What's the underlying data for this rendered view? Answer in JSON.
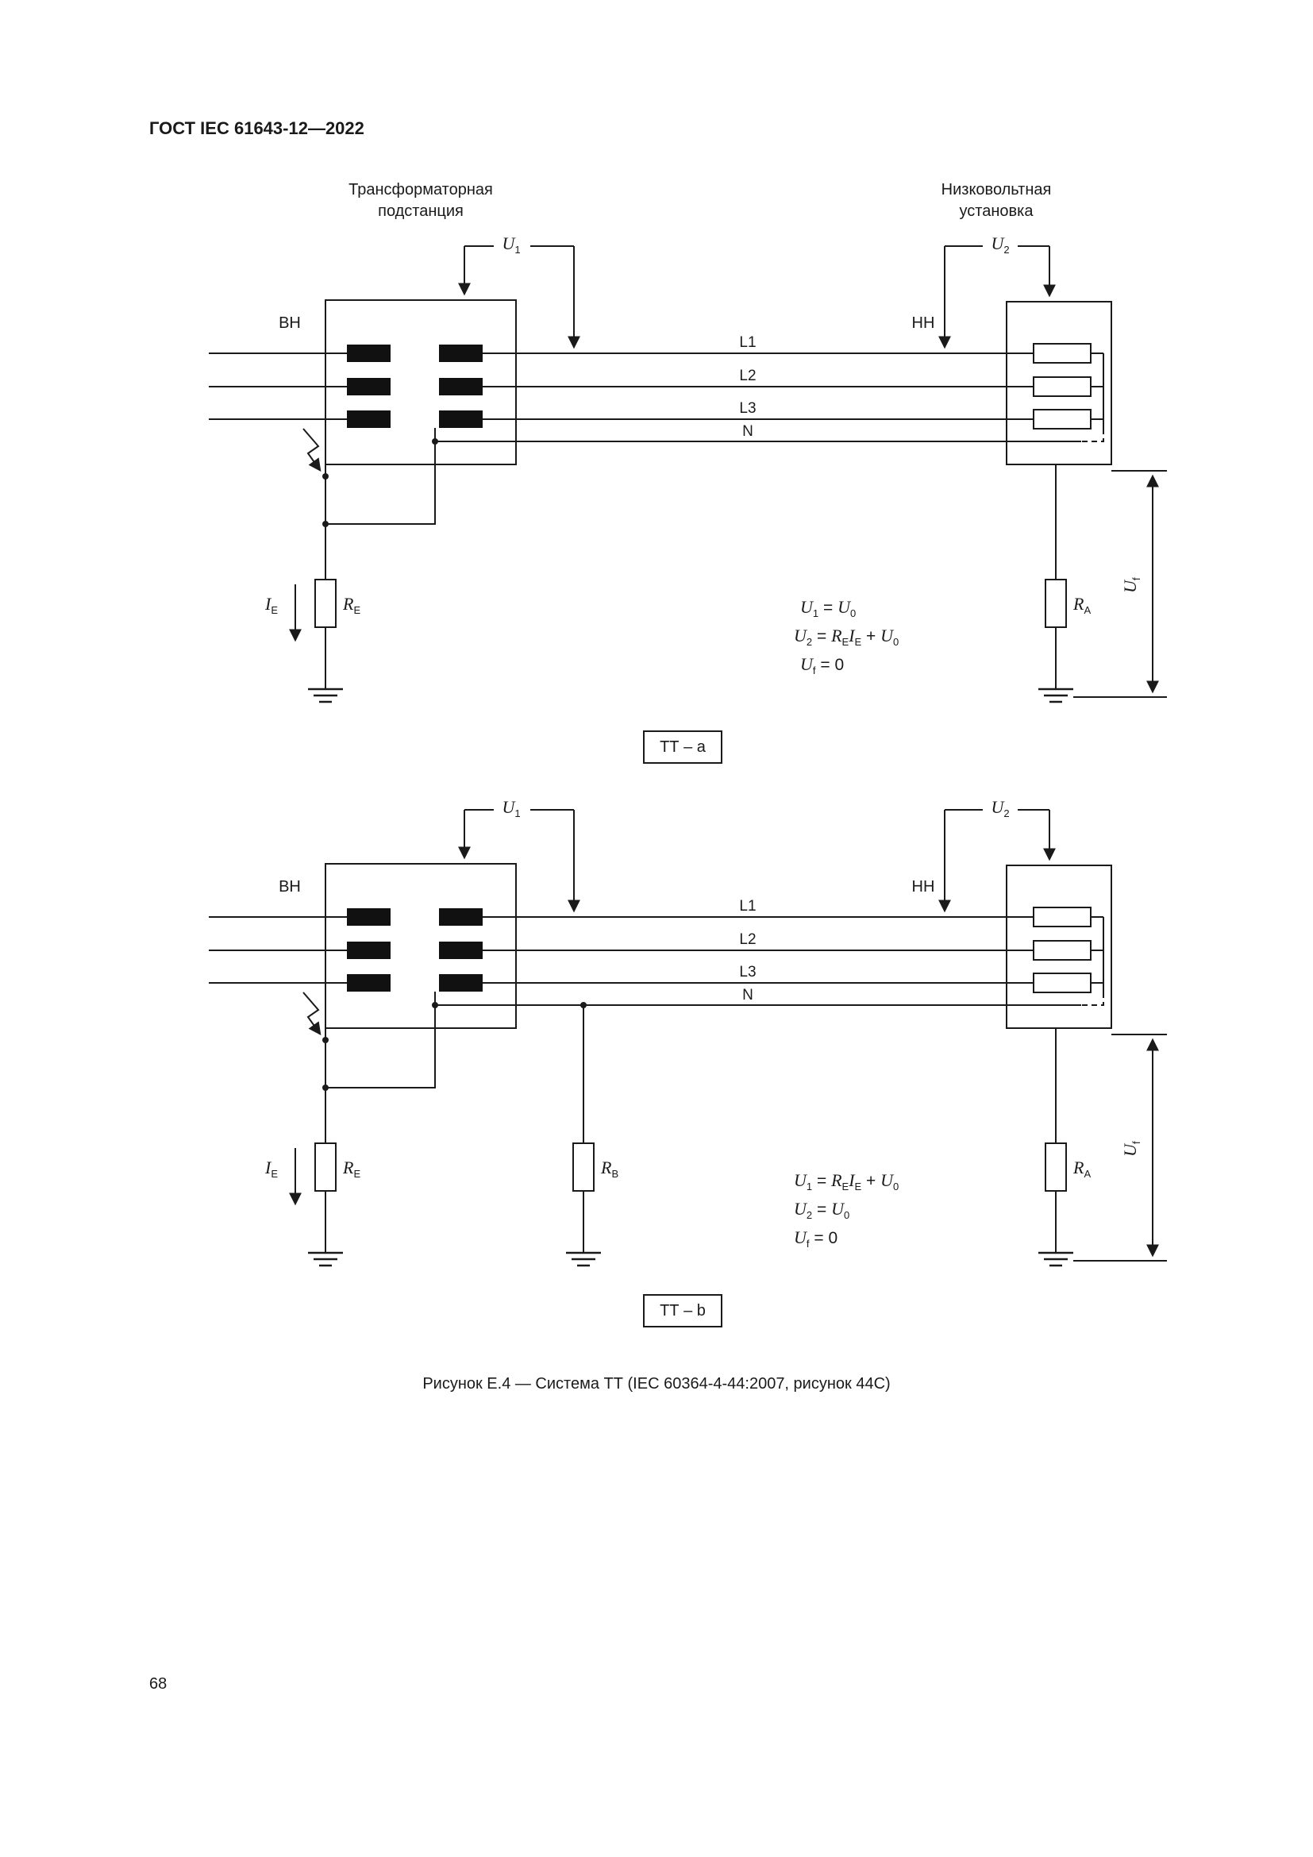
{
  "page": {
    "header": "ГОСТ IEC 61643-12—2022",
    "page_number": "68",
    "caption": "Рисунок Е.4 — Система ТТ (IEC 60364-4-44:2007, рисунок 44С)"
  },
  "labels": {
    "substation": "Трансформаторная\nподстанция",
    "installation": "Низковольтная\nустановка",
    "hv": "ВН",
    "lv": "НН",
    "l1": "L1",
    "l2": "L2",
    "l3": "L3",
    "n": "N",
    "tt_a": "ТТ – a",
    "tt_b": "ТТ – b"
  },
  "symbols": {
    "u1": [
      {
        "v": "U",
        "s": "1"
      }
    ],
    "u2": [
      {
        "v": "U",
        "s": "2"
      }
    ],
    "ie": [
      {
        "v": "I",
        "s": "E"
      }
    ],
    "re": [
      {
        "v": "R",
        "s": "E"
      }
    ],
    "ra": [
      {
        "v": "R",
        "s": "A"
      }
    ],
    "rb": [
      {
        "v": "R",
        "s": "B"
      }
    ],
    "uf": [
      {
        "v": "U",
        "s": "f"
      }
    ]
  },
  "equations": {
    "a": [
      [
        {
          "v": "U",
          "s": "1"
        },
        {
          "t": " = "
        },
        {
          "v": "U",
          "s": "0"
        }
      ],
      [
        {
          "v": "U",
          "s": "2"
        },
        {
          "t": " = "
        },
        {
          "v": "R",
          "s": "E"
        },
        {
          "v": "I",
          "s": "E"
        },
        {
          "t": " + "
        },
        {
          "v": "U",
          "s": "0"
        }
      ],
      [
        {
          "v": "U",
          "s": "f"
        },
        {
          "t": " = 0"
        }
      ]
    ],
    "b": [
      [
        {
          "v": "U",
          "s": "1"
        },
        {
          "t": " = "
        },
        {
          "v": "R",
          "s": "E"
        },
        {
          "v": "I",
          "s": "E"
        },
        {
          "t": " + "
        },
        {
          "v": "U",
          "s": "0"
        }
      ],
      [
        {
          "v": "U",
          "s": "2"
        },
        {
          "t": " = "
        },
        {
          "v": "U",
          "s": "0"
        }
      ],
      [
        {
          "v": "U",
          "s": "f"
        },
        {
          "t": " = 0"
        }
      ]
    ]
  },
  "colors": {
    "ink": "#1a1a1a",
    "paper": "#ffffff"
  }
}
